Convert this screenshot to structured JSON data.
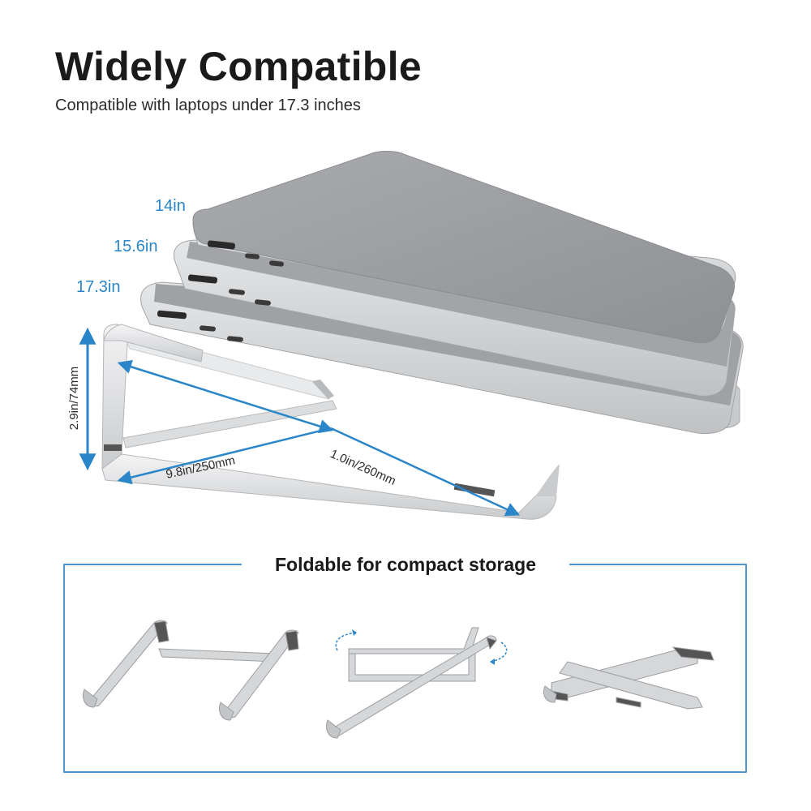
{
  "header": {
    "title": "Widely Compatible",
    "subtitle": "Compatible with laptops under 17.3 inches"
  },
  "laptop_sizes": [
    "14in",
    "15.6in",
    "17.3in"
  ],
  "dimensions": {
    "height": "2.9in/74mm",
    "depth": "9.8in/250mm",
    "width": "1.0in/260mm"
  },
  "storage": {
    "title": "Foldable for compact storage"
  },
  "colors": {
    "accent": "#2a86c9",
    "frame_blue": "#4f97cf",
    "laptop_gray": "#9a9c9f",
    "stand_silver": "#d9dadc"
  }
}
